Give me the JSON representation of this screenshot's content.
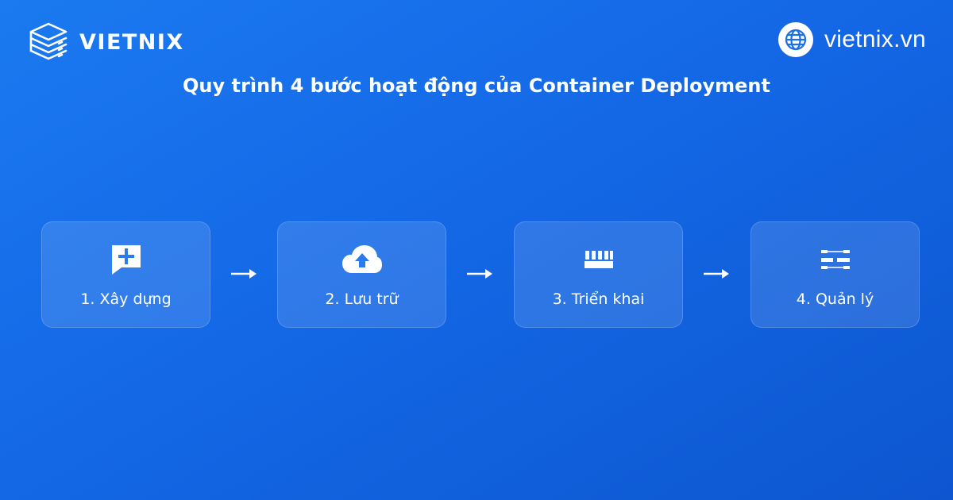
{
  "brand": {
    "name": "VIETNIX",
    "website": "vietnix.vn",
    "logo_icon": "stacked-layers-icon",
    "site_icon": "globe-icon"
  },
  "title": "Quy trình 4 bước hoạt động của Container Deployment",
  "steps": [
    {
      "label": "1. Xây dựng",
      "icon": "add-comment-icon"
    },
    {
      "label": "2. Lưu trữ",
      "icon": "cloud-upload-icon"
    },
    {
      "label": "3. Triển khai",
      "icon": "deploy-bars-icon"
    },
    {
      "label": "4. Quản lý",
      "icon": "manage-nodes-icon"
    }
  ],
  "colors": {
    "background_start": "#1b7af0",
    "background_end": "#0d56d0",
    "text": "#ffffff",
    "card_fill": "rgba(255,255,255,0.12)"
  }
}
